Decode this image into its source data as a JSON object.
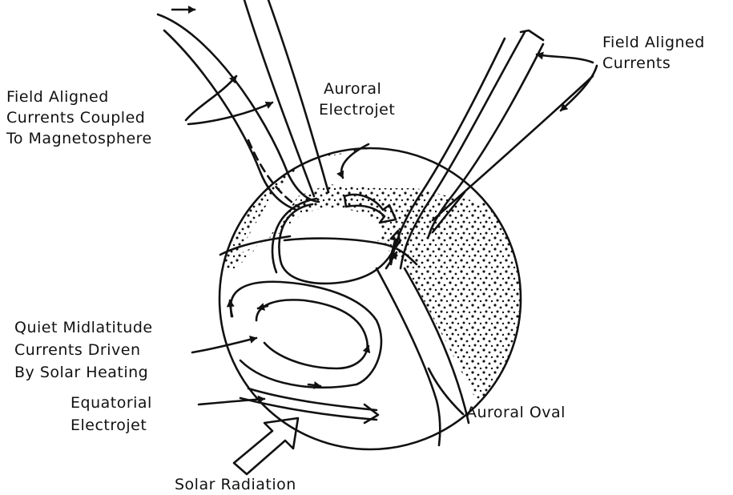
{
  "labels": {
    "field_aligned_coupled": [
      "Field Aligned",
      "Currents Coupled",
      "To Magnetosphere"
    ],
    "auroral_electrojet": [
      "Auroral",
      "Electrojet"
    ],
    "field_aligned_currents": [
      "Field Aligned",
      "Currents"
    ],
    "quiet_midlatitude": [
      "Quiet Midlatitude",
      "Currents Driven",
      "By Solar Heating"
    ],
    "equatorial_electrojet": [
      "Equatorial",
      "Electrojet"
    ],
    "auroral_oval": "Auroral Oval",
    "solar_radiation": "Solar Radiation"
  }
}
